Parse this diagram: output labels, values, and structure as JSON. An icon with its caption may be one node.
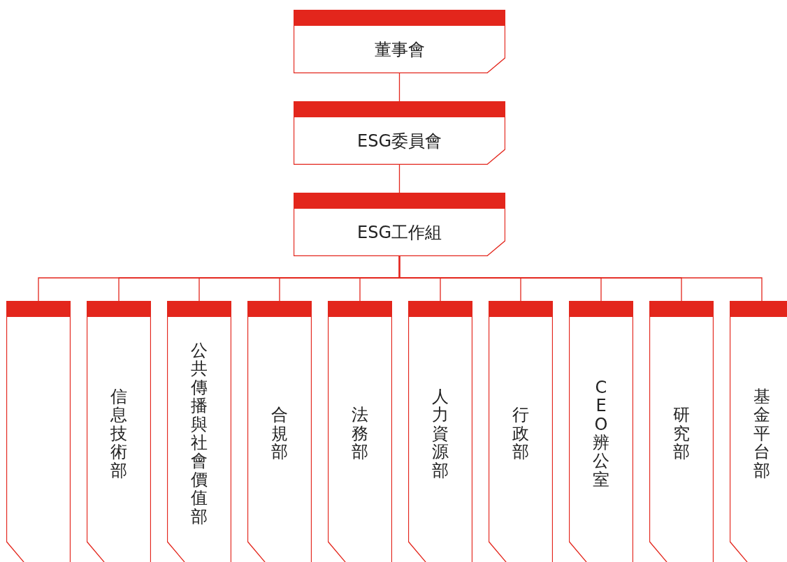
{
  "diagram": {
    "nodes": [
      {
        "text": [
          "董事會"
        ]
      },
      {
        "text": [
          "ESG委員會"
        ]
      },
      {
        "text": [
          "ESG工作組"
        ]
      },
      {
        "text": [],
        "shape": "box"
      },
      {
        "text": [
          "信息技術部"
        ]
      },
      {
        "text": [
          "公共傳播與社會價值部"
        ]
      },
      {
        "text": [
          "合規部"
        ]
      },
      {
        "text": [
          "法務部"
        ]
      },
      {
        "text": [
          "人力資源部"
        ]
      },
      {
        "text": [
          "行政部"
        ]
      },
      {
        "text": [
          "CEO 辨公室"
        ]
      },
      {
        "text": [
          "研究部"
        ]
      },
      {
        "text": [
          "基金平台部"
        ]
      }
    ],
    "edges": [
      {
        "from": 0,
        "to": 1,
        "arrow": "none"
      },
      {
        "from": 1,
        "to": 2,
        "arrow": "none"
      },
      {
        "from": 2,
        "to": 3,
        "arrow": "none"
      },
      {
        "from": 2,
        "to": 4,
        "arrow": "none"
      },
      {
        "from": 2,
        "to": 5,
        "arrow": "none"
      },
      {
        "from": 2,
        "to": 6,
        "arrow": "none"
      },
      {
        "from": 2,
        "to": 7,
        "arrow": "none"
      },
      {
        "from": 2,
        "to": 8,
        "arrow": "none"
      },
      {
        "from": 2,
        "to": 9,
        "arrow": "none"
      },
      {
        "from": 2,
        "to": 10,
        "arrow": "none"
      },
      {
        "from": 2,
        "to": 11,
        "arrow": "none"
      },
      {
        "from": 2,
        "to": 12,
        "arrow": "none"
      }
    ]
  }
}
